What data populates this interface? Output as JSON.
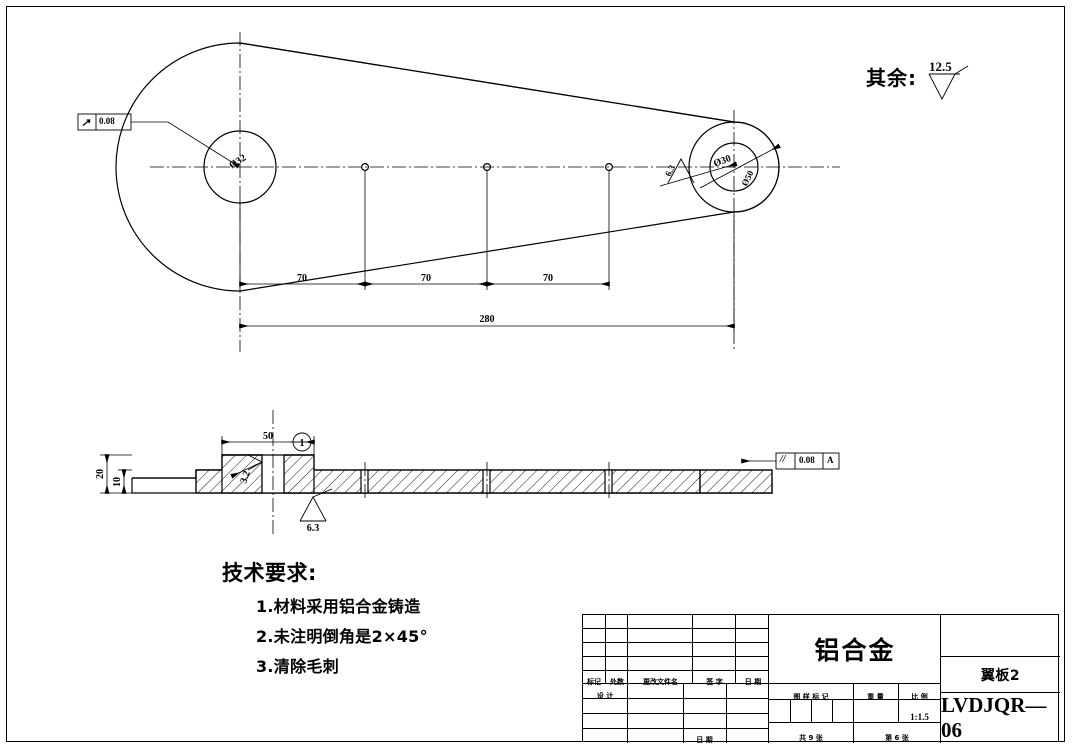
{
  "drawing": {
    "surface_note": {
      "label": "其余:",
      "value": "12.5"
    },
    "top_view": {
      "left_hub_dia": "ø32",
      "right_hub_dia": "ø30",
      "right_boss_dia": "ø50",
      "right_roughness": "6.3",
      "gdt_left": {
        "symbol": "runout",
        "symbol_glyph": "↗",
        "tolerance": "0.08"
      },
      "dim_spacing": [
        "70",
        "70",
        "70"
      ],
      "dim_overall": "280"
    },
    "section_view": {
      "dim_boss_width": "50",
      "dim_total_thickness": "20",
      "dim_plate_thickness": "10",
      "balloon": "1",
      "roughness_bore": "3.2",
      "roughness_face": "6.3",
      "gdt_right": {
        "symbol": "parallelism",
        "symbol_glyph": "//",
        "tolerance": "0.08",
        "datum": "A"
      }
    },
    "tech_requirements": {
      "title": "技术要求:",
      "items": [
        "1.材料采用铝合金铸造",
        "2.未注明倒角是2×45°",
        "3.清除毛刺"
      ]
    },
    "title_block": {
      "material": "铝合金",
      "part_name": "翼板2",
      "part_number": "LVDJQR—06",
      "rev_headers": [
        "标记",
        "处数",
        "更改文件名",
        "签 字",
        "日 期"
      ],
      "design_label": "设 计",
      "date_label": "日 期",
      "mark_label": "图 样 标 记",
      "weight_label": "重 量",
      "scale_label": "比 例",
      "scale_value": "1:1.5",
      "sheet_total": "共 9 张",
      "sheet_current": "第 6 张"
    }
  }
}
